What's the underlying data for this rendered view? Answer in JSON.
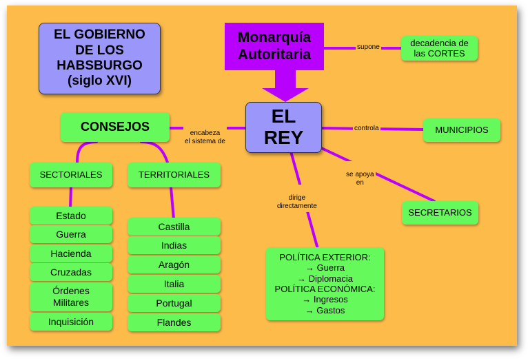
{
  "title": "EL GOBIERNO\nDE LOS\nHABSBURGO\n(siglo XVI)",
  "monarquia": "Monarquía\nAutoritaria",
  "rey": "EL\nREY",
  "consejos": "CONSEJOS",
  "sectoriales": "SECTORIALES",
  "territoriales": "TERRITORIALES",
  "sectoriales_items": [
    "Estado",
    "Guerra",
    "Hacienda",
    "Cruzadas",
    "Órdenes\nMilitares",
    "Inquisición"
  ],
  "territoriales_items": [
    "Castilla",
    "Indias",
    "Aragón",
    "Italia",
    "Portugal",
    "Flandes"
  ],
  "decadencia": "decadencia de\nlas CORTES",
  "municipios": "MUNICIPIOS",
  "secretarios": "SECRETARIOS",
  "politica": "POLÍTICA EXTERIOR:\n→ Guerra\n→ Diplomacia\nPOLÍTICA ECONÓMICA:\n→ Ingresos\n→ Gastos",
  "edges": {
    "supone": "supone",
    "encabeza": "encabeza\nel sistema de",
    "controla": "controla",
    "apoya": "se apoya\nen",
    "dirige": "dirige\ndirectamente"
  },
  "colors": {
    "background": "#fdbb4a",
    "node_green": "#66f95c",
    "node_blue": "#9b96f9",
    "accent_purple": "#b800ff"
  }
}
